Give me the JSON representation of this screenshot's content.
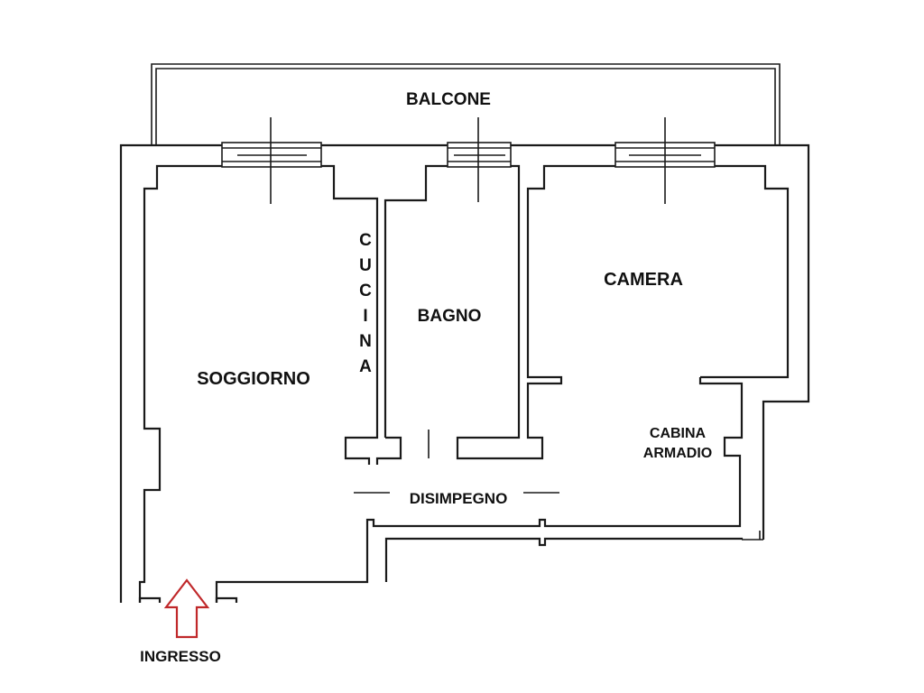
{
  "rooms": {
    "balcone": "BALCONE",
    "cucina_letters": [
      "C",
      "U",
      "C",
      "I",
      "N",
      "A"
    ],
    "bagno": "BAGNO",
    "camera": "CAMERA",
    "soggiorno": "SOGGIORNO",
    "cabina_armadio_line1": "CABINA",
    "cabina_armadio_line2": "ARMADIO",
    "disimpegno": "DISIMPEGNO"
  },
  "entrance": {
    "label": "INGRESSO",
    "arrow_color": "#c0282a"
  }
}
